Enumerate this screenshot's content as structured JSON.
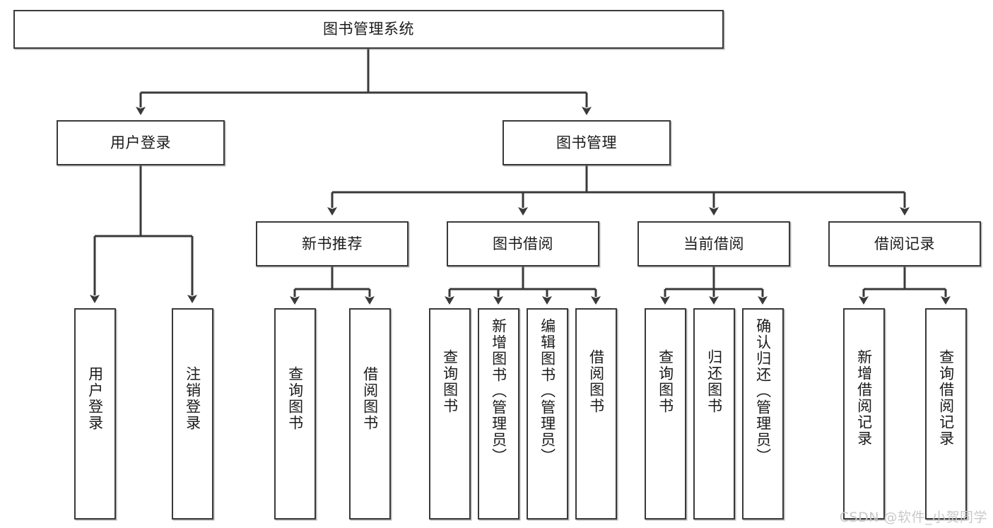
{
  "diagram": {
    "type": "tree-hierarchy-chart",
    "title": "图书管理系统",
    "background_color": "#ffffff",
    "box_border_color": "#3a3a3a",
    "edge_color": "#3a3a3a",
    "text_color": "#1b1b1b",
    "root": {
      "label": "图书管理系统"
    },
    "level1": [
      {
        "label": "用户登录"
      },
      {
        "label": "图书管理"
      }
    ],
    "level2": [
      {
        "label": "新书推荐"
      },
      {
        "label": "图书借阅"
      },
      {
        "label": "当前借阅"
      },
      {
        "label": "借阅记录"
      }
    ],
    "leaves": [
      {
        "label": "用户登录",
        "parent": "用户登录"
      },
      {
        "label": "注销登录",
        "parent": "用户登录"
      },
      {
        "label": "查询图书",
        "parent": "新书推荐"
      },
      {
        "label": "借阅图书",
        "parent": "新书推荐"
      },
      {
        "label": "查询图书",
        "parent": "图书借阅"
      },
      {
        "label": "新增图书（管理员）",
        "parent": "图书借阅"
      },
      {
        "label": "编辑图书（管理员）",
        "parent": "图书借阅"
      },
      {
        "label": "借阅图书",
        "parent": "图书借阅"
      },
      {
        "label": "查询图书",
        "parent": "当前借阅"
      },
      {
        "label": "归还图书",
        "parent": "当前借阅"
      },
      {
        "label": "确认归还（管理员）",
        "parent": "当前借阅"
      },
      {
        "label": "新增借阅记录",
        "parent": "借阅记录"
      },
      {
        "label": "查询借阅记录",
        "parent": "借阅记录"
      }
    ]
  },
  "watermark": {
    "text": "CSDN @软件_小贺同学"
  }
}
